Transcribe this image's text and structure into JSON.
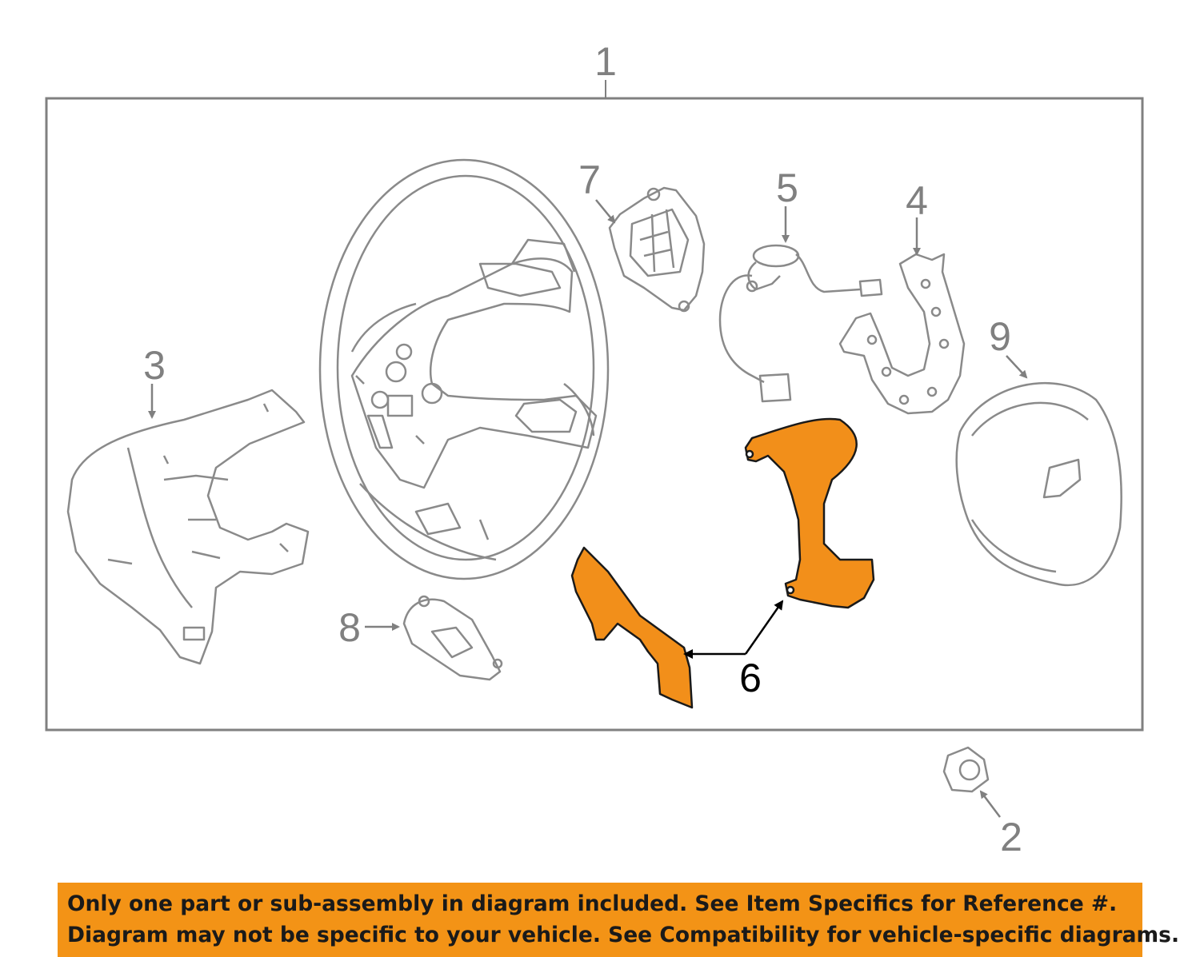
{
  "callouts": {
    "c1": "1",
    "c2": "2",
    "c3": "3",
    "c4": "4",
    "c5": "5",
    "c6": "6",
    "c7": "7",
    "c8": "8",
    "c9": "9"
  },
  "highlighted_part": "6",
  "colors": {
    "highlight": "#f28f1a",
    "banner": "#f39316",
    "line_art": "#8a8a8a",
    "frame": "#808080"
  },
  "banner": {
    "line1": "Only one part or sub-assembly in diagram included. See Item Specifics for Reference #.",
    "line2": "Diagram may not be specific to your vehicle. See Compatibility for vehicle-specific diagrams."
  }
}
